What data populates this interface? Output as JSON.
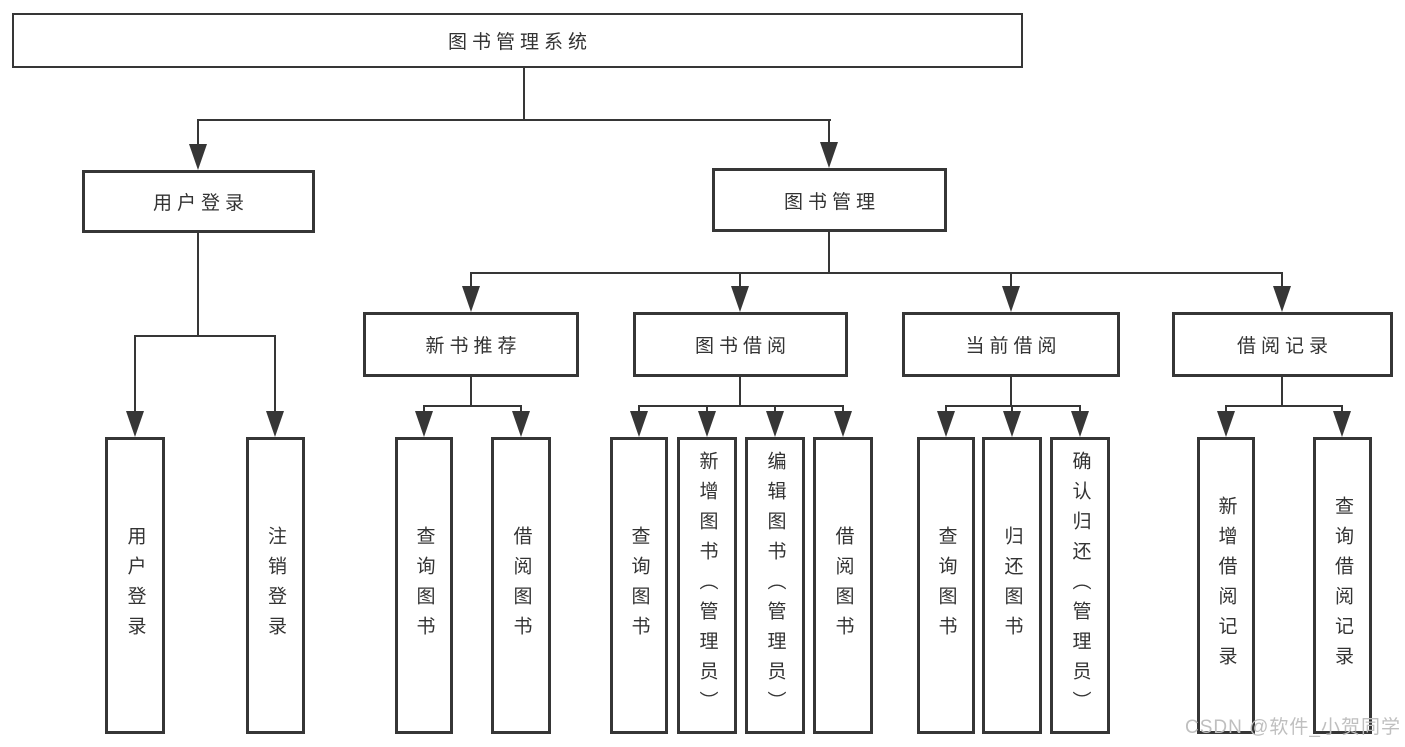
{
  "nodes": {
    "root": "图书管理系统",
    "user_login": "用户登录",
    "book_mgmt": "图书管理",
    "new_book_rec": "新书推荐",
    "book_borrow": "图书借阅",
    "current_borrow": "当前借阅",
    "borrow_record": "借阅记录",
    "leaf_user_login": "用户登录",
    "leaf_logout": "注销登录",
    "leaf_rec_query": "查询图书",
    "leaf_rec_borrow": "借阅图书",
    "leaf_bor_query": "查询图书",
    "leaf_bor_add": "新增图书（管理员）",
    "leaf_bor_edit": "编辑图书（管理员）",
    "leaf_bor_borrow": "借阅图书",
    "leaf_cur_query": "查询图书",
    "leaf_cur_return": "归还图书",
    "leaf_cur_confirm": "确认归还（管理员）",
    "leaf_recd_add": "新增借阅记录",
    "leaf_recd_query": "查询借阅记录"
  },
  "watermark": "CSDN @软件_小贺同学",
  "colors": {
    "line": "#363636",
    "text": "#333333",
    "watermark": "#bfbfbf"
  }
}
